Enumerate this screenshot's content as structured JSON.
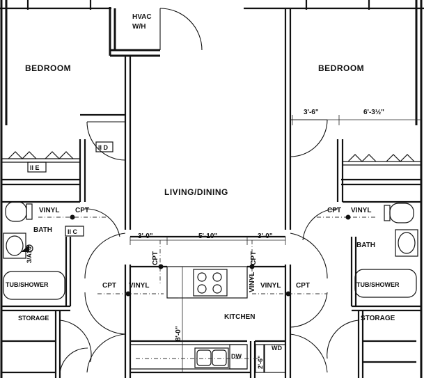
{
  "plan": {
    "rooms": {
      "bedroom_left": "BEDROOM",
      "bedroom_right": "BEDROOM",
      "living_dining": "LIVING/DINING",
      "kitchen": "KITCHEN",
      "bath_left": "BATH",
      "bath_right": "BATH",
      "storage_left": "STORAGE",
      "storage_right": "STORAGE",
      "hvac_line1": "HVAC",
      "hvac_line2": "W/H"
    },
    "fixtures": {
      "tub_left": "TUB/SHOWER",
      "tub_right": "TUB/SHOWER",
      "dishwasher": "DW",
      "washer_dryer": "WD"
    },
    "flooring": {
      "vinyl": "VINYL",
      "carpet": "CPT"
    },
    "tags": {
      "iid": "II D",
      "iie": "II E",
      "iic": "II C",
      "section_ref": "3/A10"
    },
    "dimensions": {
      "d_3_6": "3'-6\"",
      "d_6_3_half": "6'-3½\"",
      "d_3_0_left": "3'-0\"",
      "d_5_10": "5'-10\"",
      "d_3_0_right": "3'-0\"",
      "d_8_0": "8'-0\"",
      "d_2_6": "2'-6\""
    }
  }
}
